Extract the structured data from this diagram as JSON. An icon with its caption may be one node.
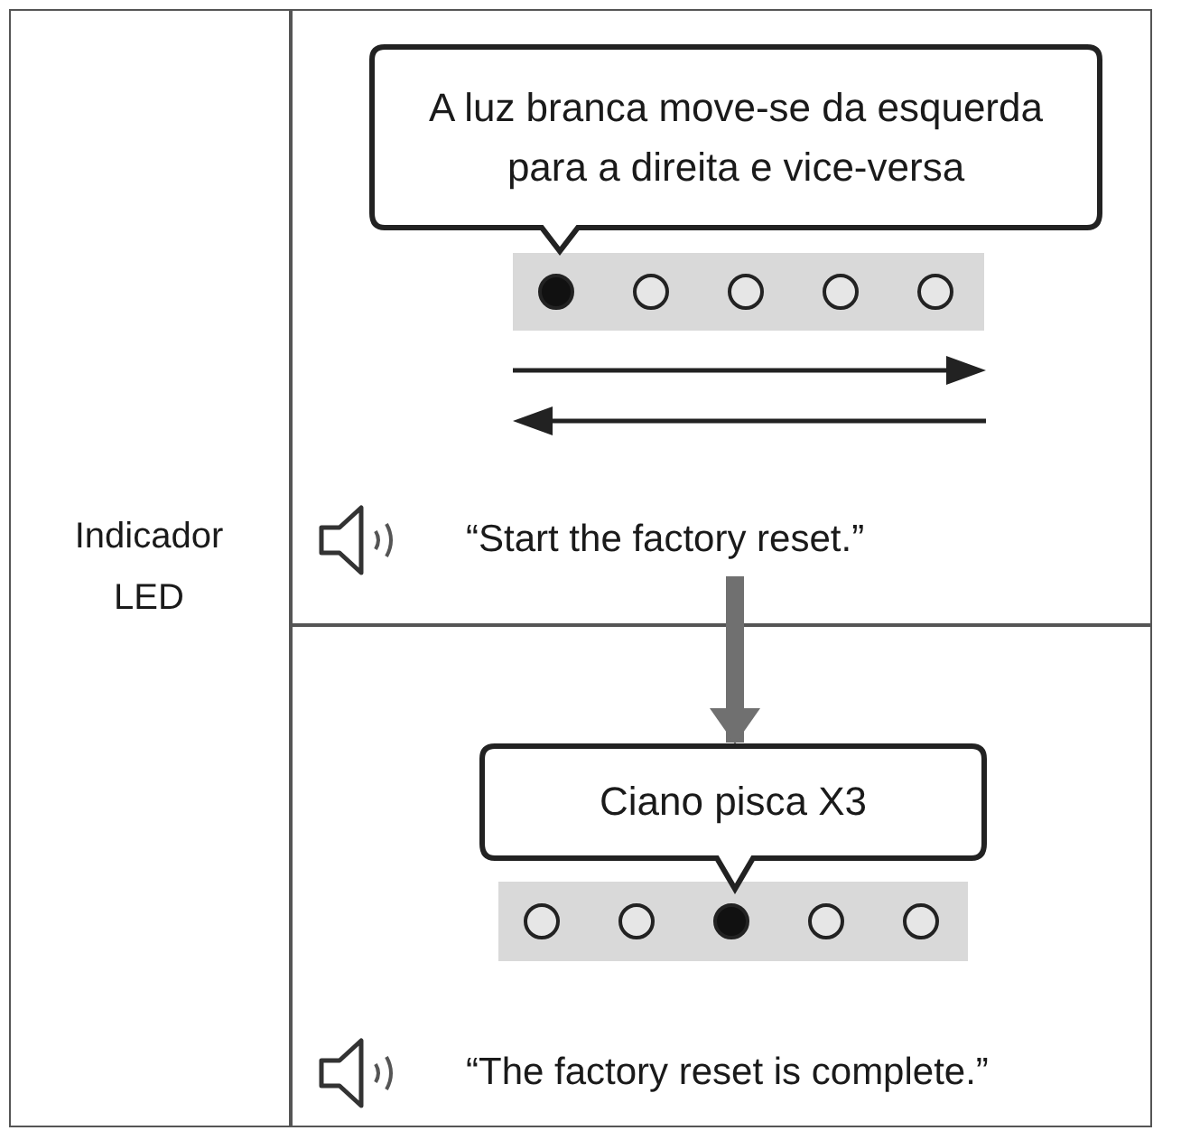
{
  "diagram": {
    "nodes": [
      {
        "text": [
          "A luz branca move-se da esquerda para a direita e vice-versa"
        ]
      },
      {
        "text": [
          "“Start the factory reset.”"
        ]
      },
      {
        "text": [
          "Ciano pisca X3"
        ]
      },
      {
        "text": [
          "“The factory reset is complete.”"
        ]
      }
    ],
    "edges": [
      {
        "from": 1,
        "to": 2,
        "arrow": "to",
        "color": "#707070"
      }
    ],
    "labels": [
      "Indicador LED"
    ]
  }
}
